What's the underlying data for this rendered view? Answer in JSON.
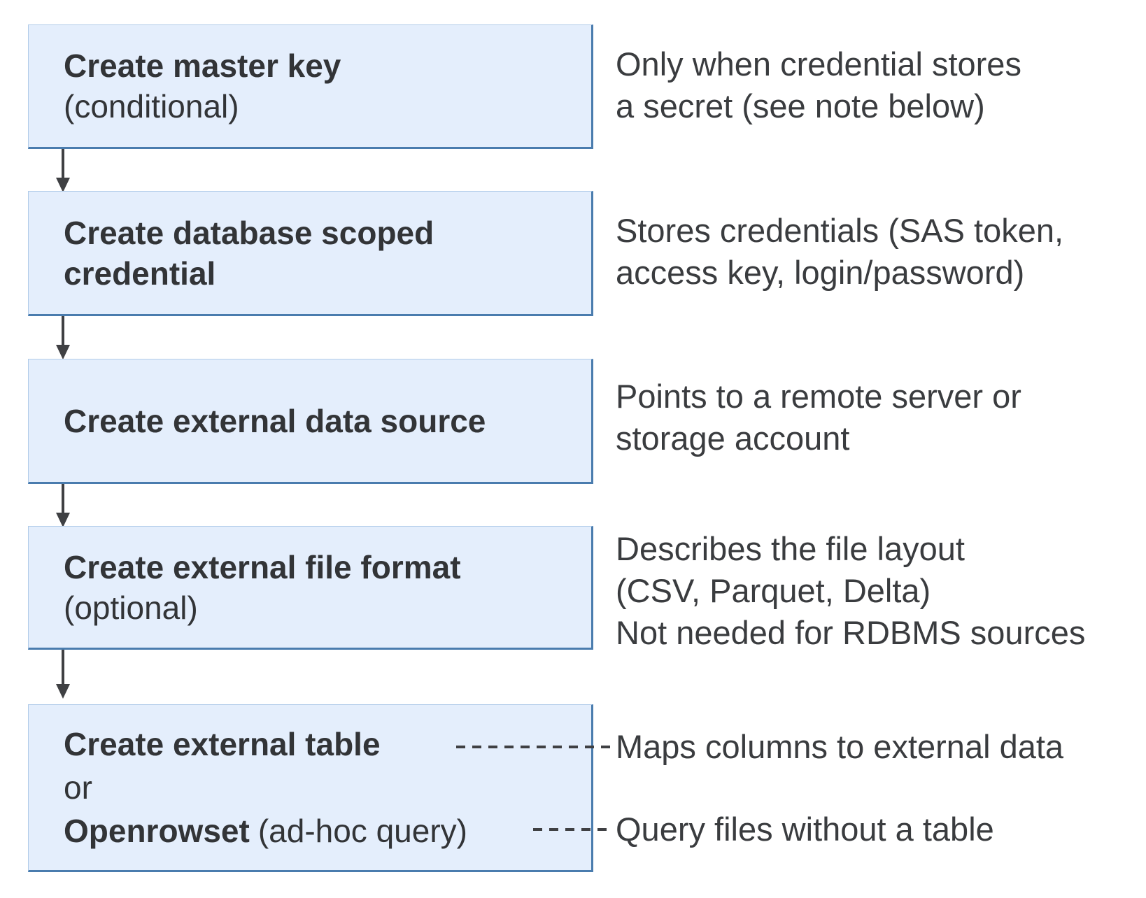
{
  "colors": {
    "box_fill": "#e4eefc",
    "box_border_dark": "#4a7cae",
    "box_border_light": "#b0cbe9",
    "title_text": "#323437",
    "note_text": "#3a3c3f",
    "connector": "#3f4043"
  },
  "boxes": [
    {
      "title": "Create master key",
      "subtitle": "(conditional)"
    },
    {
      "title_line1": "Create database scoped",
      "title_line2": "credential"
    },
    {
      "title": "Create external data source"
    },
    {
      "title": "Create external file format",
      "subtitle": "(optional)"
    },
    {
      "line1": "Create external table",
      "line2": "or",
      "line3_bold": "Openrowset",
      "line3_rest": "(ad-hoc query)"
    }
  ],
  "notes": [
    {
      "lines": {
        "0": "Only when credential stores",
        "1": "a secret (see note below)"
      }
    },
    {
      "lines": {
        "0": "Stores credentials (SAS token,",
        "1": "access key, login/password)"
      }
    },
    {
      "lines": {
        "0": "Points to a remote server or",
        "1": "storage account"
      }
    },
    {
      "lines": {
        "0": "Describes the file layout",
        "1": "(CSV, Parquet, Delta)",
        "2": "Not needed for RDBMS sources"
      }
    },
    {
      "lines": {
        "0": "Maps columns to external data"
      }
    },
    {
      "lines": {
        "0": "Query files without a table"
      }
    }
  ]
}
